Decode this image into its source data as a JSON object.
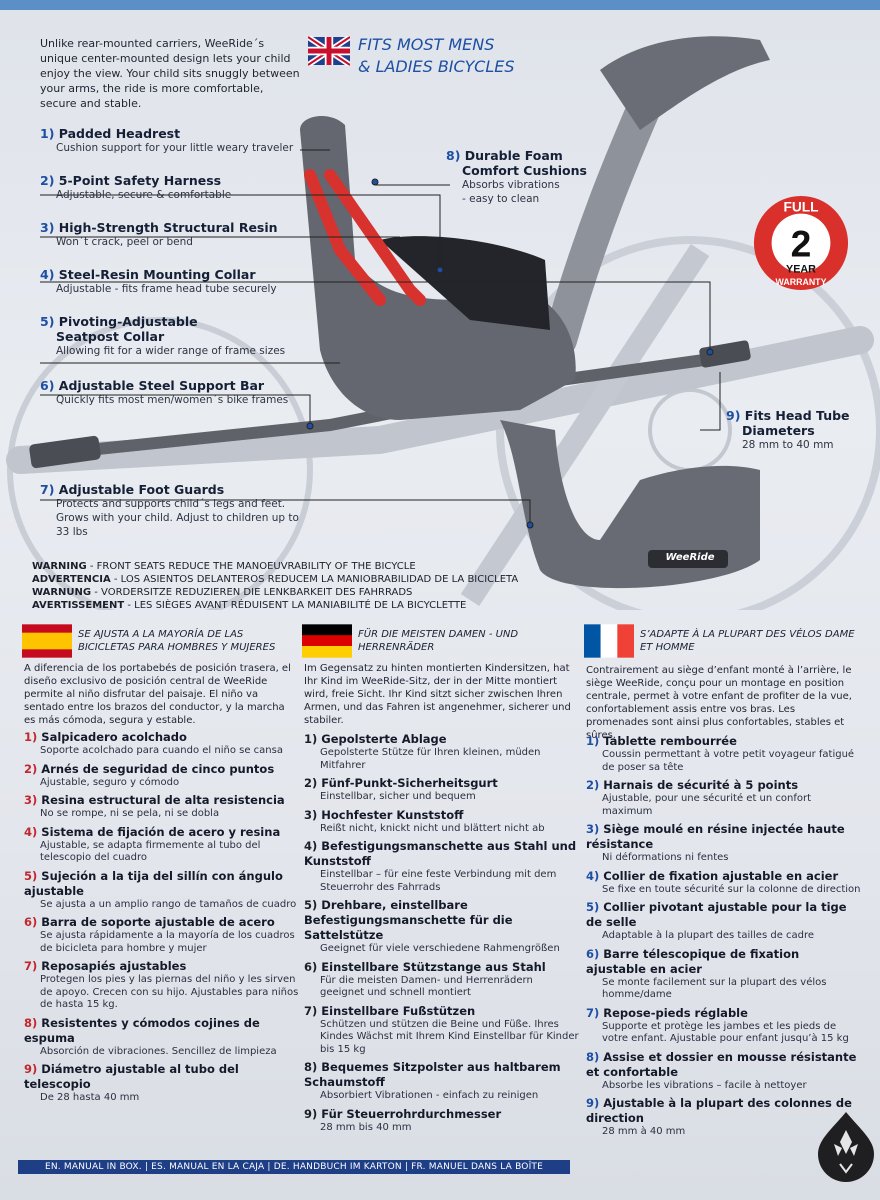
{
  "intro": "Unlike rear-mounted carriers, WeeRide´s unique center-mounted design lets your child enjoy the view. Your child sits snuggly between your arms, the ride is more comfortable, secure and stable.",
  "fits": {
    "line1": "FITS MOST MENS",
    "line2": "& LADIES BICYCLES"
  },
  "features": [
    {
      "num": "1)",
      "title": "Padded Headrest",
      "desc": "Cushion support for your little weary traveler"
    },
    {
      "num": "2)",
      "title": "5-Point Safety Harness",
      "desc": "Adjustable, secure & comfortable"
    },
    {
      "num": "3)",
      "title": "High-Strength Structural Resin",
      "desc": "Won´t crack, peel or bend"
    },
    {
      "num": "4)",
      "title": "Steel-Resin Mounting Collar",
      "desc": "Adjustable - fits frame head tube securely"
    },
    {
      "num": "5)",
      "title": "Pivoting-Adjustable",
      "title2": "Seatpost Collar",
      "desc": "Allowing fit for a wider range of frame sizes"
    },
    {
      "num": "6)",
      "title": "Adjustable Steel Support Bar",
      "desc": "Quickly fits most men/women´s bike frames"
    },
    {
      "num": "7)",
      "title": "Adjustable Foot Guards",
      "desc": "Protects and supports child´s legs and feet. Grows with your child. Adjust to children up to 33 lbs"
    }
  ],
  "feature8": {
    "num": "8)",
    "title": "Durable Foam",
    "title2": "Comfort Cushions",
    "desc1": "Absorbs vibrations",
    "desc2": "- easy to clean"
  },
  "feature9": {
    "num": "9)",
    "title": "Fits Head Tube",
    "title2": "Diameters",
    "desc": "28 mm to 40 mm"
  },
  "warranty": {
    "top": "FULL",
    "num": "2",
    "bottom": "YEAR",
    "label": "WARRANTY"
  },
  "brand": "WeeRide",
  "warnings": [
    {
      "label": "WARNING",
      "text": " - FRONT SEATS REDUCE THE MANOEUVRABILITY OF THE BICYCLE"
    },
    {
      "label": "ADVERTENCIA",
      "text": " - LOS ASIENTOS DELANTEROS REDUCEM LA MANIOBRABILIDAD DE LA BICICLETA"
    },
    {
      "label": "WARNUNG",
      "text": " - VORDERSITZE REDUZIEREN DIE LENKBARKEIT DES FAHRRADS"
    },
    {
      "label": "AVERTISSEMENT",
      "text": " - LES SIÈGES AVANT RÉDUISENT LA MANIABILITÉ DE LA BICYCLETTE"
    }
  ],
  "es": {
    "title": "SE AJUSTA A LA MAYORÍA DE LAS BICICLETAS PARA HOMBRES Y MUJERES",
    "intro": "A diferencia de los portabebés de posición trasera, el diseño exclusivo de posición central de WeeRide permite al niño disfrutar del paisaje. El niño va sentado entre los brazos del conductor, y la marcha es más cómoda, segura y estable.",
    "items": [
      {
        "num": "1)",
        "title": "Salpicadero acolchado",
        "desc": "Soporte acolchado para cuando el niño se cansa"
      },
      {
        "num": "2)",
        "title": "Arnés de seguridad de cinco puntos",
        "desc": "Ajustable, seguro y cómodo"
      },
      {
        "num": "3)",
        "title": "Resina estructural de alta resistencia",
        "desc": "No se rompe, ni se pela, ni se dobla"
      },
      {
        "num": "4)",
        "title": "Sistema de fijación de acero y resina",
        "desc": "Ajustable, se adapta firmemente al tubo del telescopio del cuadro"
      },
      {
        "num": "5)",
        "title": "Sujeción a la tija del sillín con ángulo ajustable",
        "desc": "Se ajusta a un amplio rango de tamaños de cuadro"
      },
      {
        "num": "6)",
        "title": "Barra de soporte ajustable de acero",
        "desc": "Se ajusta rápidamente a la mayoría de los cuadros de bicicleta para hombre y mujer"
      },
      {
        "num": "7)",
        "title": "Reposapiés ajustables",
        "desc": "Protegen los pies y las piernas del niño y les sirven de apoyo. Crecen con su hijo. Ajustables para niños de hasta 15 kg."
      },
      {
        "num": "8)",
        "title": "Resistentes y cómodos cojines de espuma",
        "desc": "Absorción de vibraciones. Sencillez de limpieza"
      },
      {
        "num": "9)",
        "title": "Diámetro ajustable al tubo del telescopio",
        "desc": "De 28 hasta 40 mm"
      }
    ]
  },
  "de": {
    "title": "FÜR DIE MEISTEN DAMEN - UND HERRENRÄDER",
    "intro": "Im Gegensatz zu hinten montierten Kindersitzen, hat Ihr Kind im WeeRide-Sitz, der in der Mitte montiert wird, freie Sicht. Ihr Kind sitzt sicher zwischen Ihren Armen, und das Fahren ist angenehmer, sicherer und stabiler.",
    "items": [
      {
        "num": "1)",
        "title": "Gepolsterte Ablage",
        "desc": "Gepolsterte Stütze für Ihren kleinen, müden Mitfahrer"
      },
      {
        "num": "2)",
        "title": "Fünf-Punkt-Sicherheitsgurt",
        "desc": "Einstellbar, sicher und bequem"
      },
      {
        "num": "3)",
        "title": "Hochfester Kunststoff",
        "desc": "Reißt nicht, knickt nicht und blättert nicht ab"
      },
      {
        "num": "4)",
        "title": "Befestigungsmanschette aus Stahl und Kunststoff",
        "desc": "Einstellbar – für eine feste Verbindung mit dem Steuerrohr des Fahrrads"
      },
      {
        "num": "5)",
        "title": "Drehbare, einstellbare Befestigungsmanschette für die Sattelstütze",
        "desc": "Geeignet für viele verschiedene Rahmengrößen"
      },
      {
        "num": "6)",
        "title": "Einstellbare Stützstange aus Stahl",
        "desc": "Für die meisten Damen- und Herrenrädern geeignet und schnell montiert"
      },
      {
        "num": "7)",
        "title": "Einstellbare Fußstützen",
        "desc": "Schützen und stützen die Beine und Füße. Ihres Kindes Wächst mit Ihrem Kind Einstellbar für Kinder bis 15 kg"
      },
      {
        "num": "8)",
        "title": "Bequemes Sitzpolster aus haltbarem Schaumstoff",
        "desc": "Absorbiert Vibrationen - einfach zu reinigen"
      },
      {
        "num": "9)",
        "title": "Für Steuerrohrdurchmesser",
        "desc": "28 mm bis 40 mm"
      }
    ]
  },
  "fr": {
    "title": "S’ADAPTE À LA PLUPART DES VÉLOS DAME ET HOMME",
    "intro": "Contrairement au siège d’enfant monté à l’arrière, le siège WeeRide, conçu pour un montage en position centrale, permet à votre enfant de profiter de la vue, confortablement assis entre vos bras. Les promenades sont ainsi plus confortables, stables et sûres.",
    "items": [
      {
        "num": "1)",
        "title": "Tablette rembourrée",
        "desc": "Coussin permettant à votre petit voyageur fatigué de poser sa tête"
      },
      {
        "num": "2)",
        "title": "Harnais de sécurité à 5 points",
        "desc": "Ajustable, pour une sécurité et un confort maximum"
      },
      {
        "num": "3)",
        "title": "Siège moulé en résine injectée haute résistance",
        "desc": "Ni déformations ni fentes"
      },
      {
        "num": "4)",
        "title": "Collier de fixation ajustable en acier",
        "desc": "Se fixe en toute sécurité sur la colonne de direction"
      },
      {
        "num": "5)",
        "title": "Collier pivotant ajustable pour la tige de selle",
        "desc": "Adaptable à la plupart des tailles de cadre"
      },
      {
        "num": "6)",
        "title": "Barre télescopique de fixation ajustable en acier",
        "desc": "Se monte facilement sur la plupart des vélos homme/dame"
      },
      {
        "num": "7)",
        "title": "Repose-pieds réglable",
        "desc": "Supporte et protège les jambes et les pieds de votre enfant. Ajustable pour enfant jusqu’à 15 kg"
      },
      {
        "num": "8)",
        "title": "Assise et dossier en mousse résistante et confortable",
        "desc": "Absorbe les vibrations – facile à nettoyer"
      },
      {
        "num": "9)",
        "title": "Ajustable à la plupart des colonnes de direction",
        "desc": "28 mm à 40 mm"
      }
    ]
  },
  "footer": "EN. MANUAL IN BOX. | ES. MANUAL EN LA CAJA | DE. HANDBUCH IM KARTON | FR. MANUEL DANS LA BOÎTE",
  "colors": {
    "accent_blue": "#1e4fa3",
    "seat_gray": "#5d6068",
    "harness_red": "#d8322f",
    "warranty_red": "#d9302b",
    "footer_blue": "#1e3e86"
  },
  "icons": [
    "uk-flag-icon",
    "spain-flag-icon",
    "germany-flag-icon",
    "france-flag-icon",
    "warranty-badge",
    "brand-logo-icon"
  ]
}
